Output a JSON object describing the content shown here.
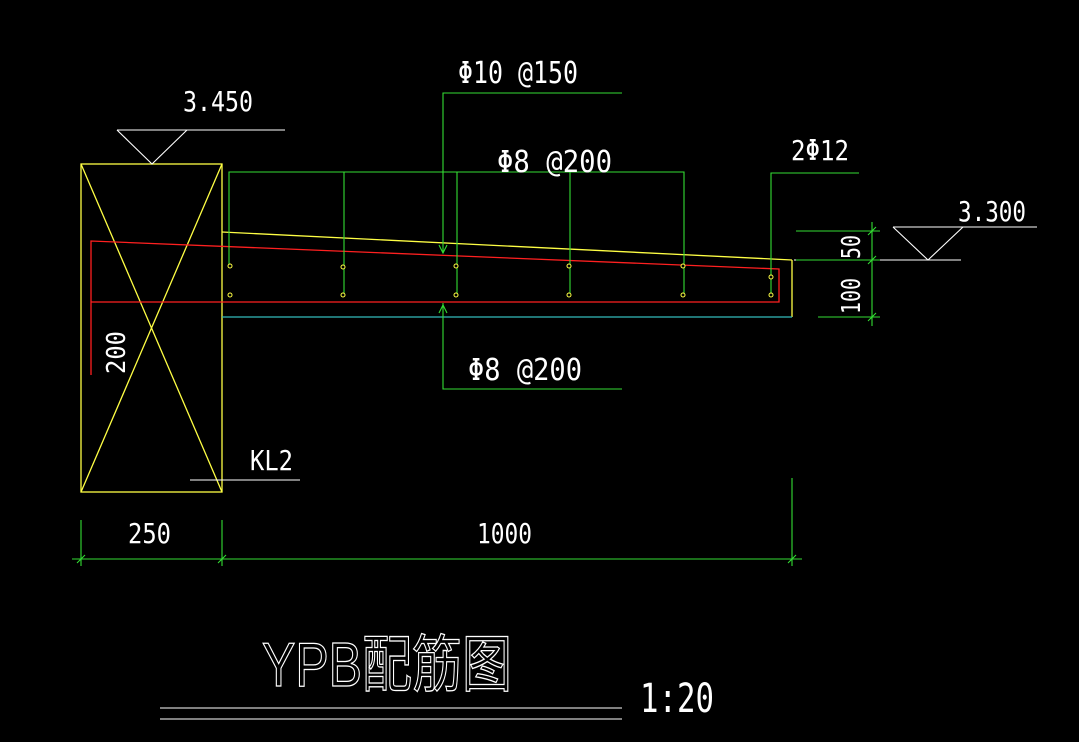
{
  "colors": {
    "background": "#000000",
    "concrete_outline": "#ffff44",
    "leader_and_dims": "#33dd33",
    "main_rebar": "#ff2020",
    "text": "#ffffff",
    "slab_bottom": "#33bbbb"
  },
  "labels": {
    "elev_top": "3.450",
    "elev_tip": "3.300",
    "top_dist_bar": "Φ10 @150",
    "top_bar": "Φ8 @200",
    "bottom_bar": "Φ8 @200",
    "edge_bar": "2Φ12",
    "beam_height": "200",
    "beam_name": "KL2",
    "dim_beam_width": "250",
    "dim_cantilever": "1000",
    "dim_tip_100": "100",
    "dim_tip_50": "50",
    "title": "YPB配筋图",
    "scale": "1:20"
  },
  "icons": {
    "elevation_marker": "triangle-down-icon",
    "dimension_tick": "slash-tick-icon"
  }
}
